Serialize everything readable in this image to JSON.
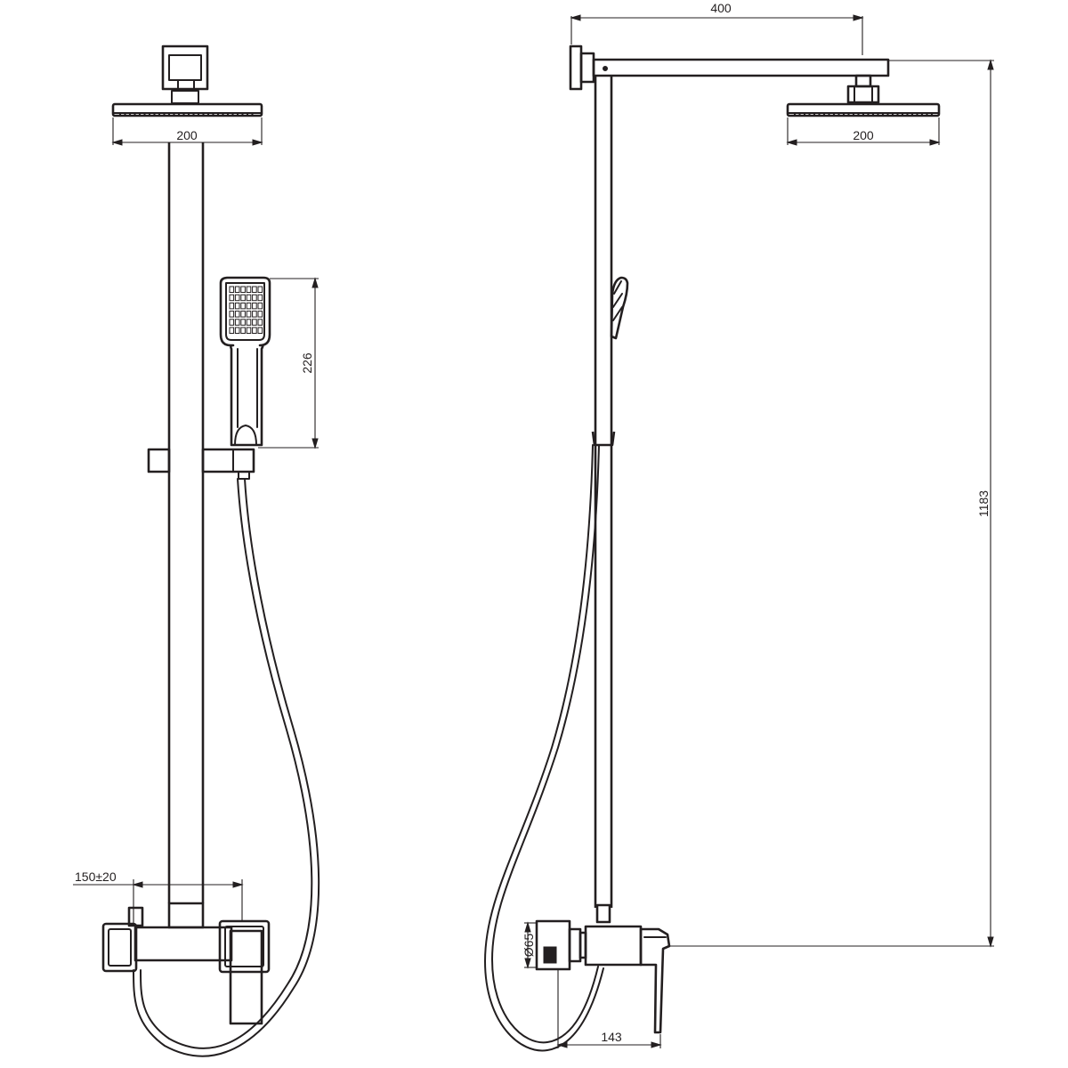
{
  "drawing": {
    "front_view": {
      "dim_head_width": "200",
      "dim_hand_shower_length": "226",
      "dim_inlet_spacing": "150±20"
    },
    "side_view": {
      "dim_arm_length": "400",
      "dim_head_width": "200",
      "dim_total_height": "1183",
      "dim_mixer_diameter": "Ø65",
      "dim_mixer_projection": "143"
    }
  }
}
